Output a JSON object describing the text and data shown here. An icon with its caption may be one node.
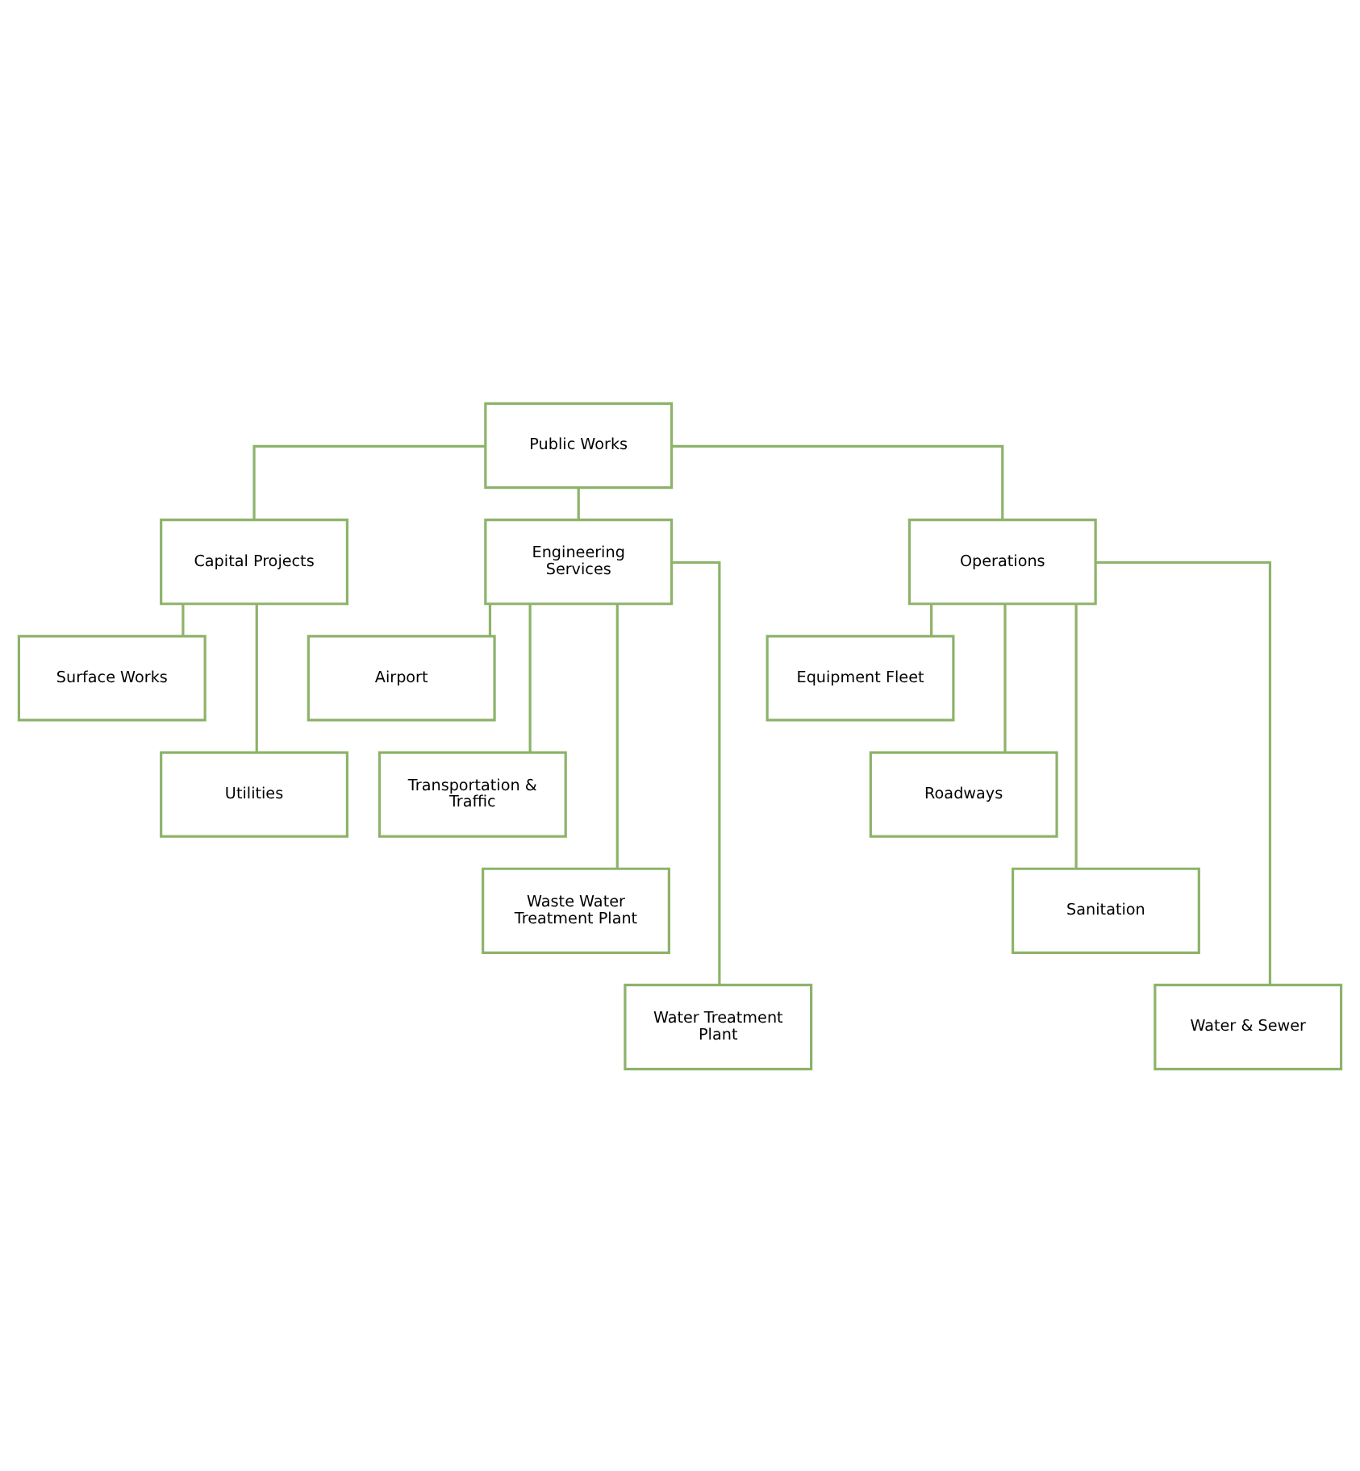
{
  "diagram": {
    "nodes": [
      {
        "text": [
          "Public Works"
        ]
      },
      {
        "text": [
          "Capital Projects"
        ]
      },
      {
        "text": [
          "Engineering Services"
        ]
      },
      {
        "text": [
          "Operations"
        ]
      },
      {
        "text": [
          "Surface Works"
        ]
      },
      {
        "text": [
          "Utilities"
        ]
      },
      {
        "text": [
          "Airport"
        ]
      },
      {
        "text": [
          "Transportation & Traffic"
        ]
      },
      {
        "text": [
          "Waste Water Treatment Plant"
        ]
      },
      {
        "text": [
          "Water Treatment Plant"
        ]
      },
      {
        "text": [
          "Equipment Fleet"
        ]
      },
      {
        "text": [
          "Roadways"
        ]
      },
      {
        "text": [
          "Sanitation"
        ]
      },
      {
        "text": [
          "Water & Sewer"
        ]
      }
    ],
    "edges": [
      {
        "from": 0,
        "to": 1,
        "arrow": "none"
      },
      {
        "from": 0,
        "to": 2,
        "arrow": "none"
      },
      {
        "from": 0,
        "to": 3,
        "arrow": "none"
      },
      {
        "from": 1,
        "to": 4,
        "arrow": "none"
      },
      {
        "from": 1,
        "to": 5,
        "arrow": "none"
      },
      {
        "from": 2,
        "to": 6,
        "arrow": "none"
      },
      {
        "from": 2,
        "to": 7,
        "arrow": "none"
      },
      {
        "from": 2,
        "to": 8,
        "arrow": "none"
      },
      {
        "from": 2,
        "to": 9,
        "arrow": "none"
      },
      {
        "from": 3,
        "to": 10,
        "arrow": "none"
      },
      {
        "from": 3,
        "to": 11,
        "arrow": "none"
      },
      {
        "from": 3,
        "to": 12,
        "arrow": "none"
      },
      {
        "from": 3,
        "to": 13,
        "arrow": "none"
      }
    ]
  }
}
